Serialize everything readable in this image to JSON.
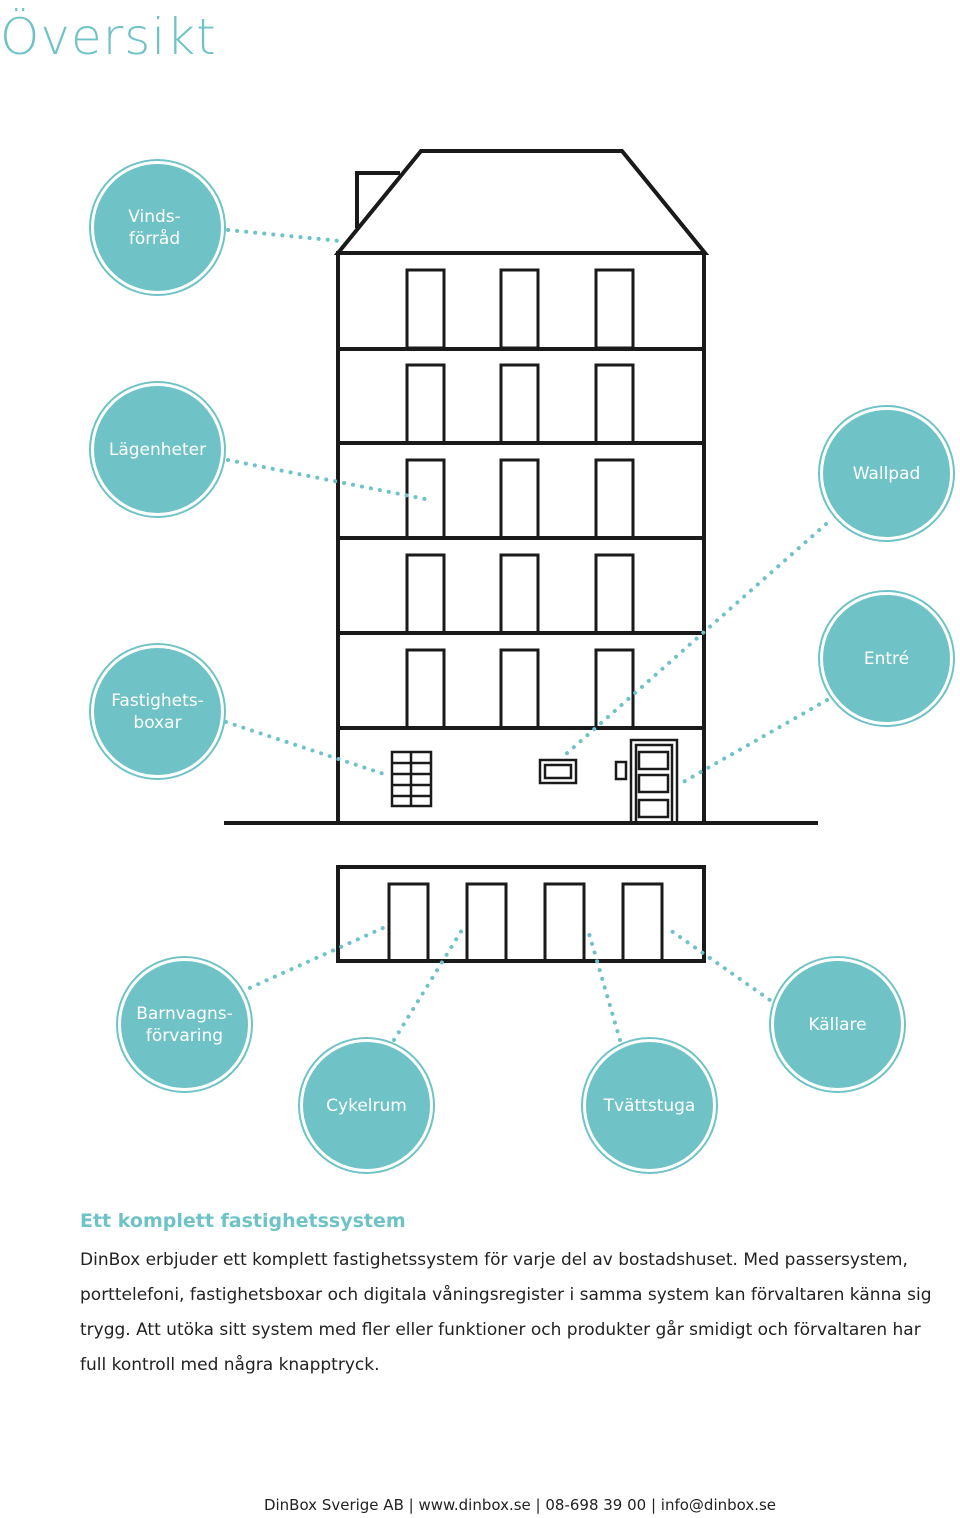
{
  "page": {
    "title": "Översikt",
    "accent_color": "#6fc3c6",
    "line_color": "#1a1a1a"
  },
  "nodes": [
    {
      "id": "vindsforrad",
      "label": "Vinds-\nförråd"
    },
    {
      "id": "lagenheter",
      "label": "Lägenheter"
    },
    {
      "id": "fastighetsboxar",
      "label": "Fastighets-\nboxar"
    },
    {
      "id": "wallpad",
      "label": "Wallpad"
    },
    {
      "id": "entre",
      "label": "Entré"
    },
    {
      "id": "barnvagnsforvaring",
      "label": "Barnvagns-\nförvaring"
    },
    {
      "id": "cykelrum",
      "label": "Cykelrum"
    },
    {
      "id": "tvattstuga",
      "label": "Tvättstuga"
    },
    {
      "id": "kallare",
      "label": "Källare"
    }
  ],
  "section": {
    "heading": "Ett komplett fastighetssystem",
    "body": "DinBox erbjuder ett komplett fastighetssystem för varje del av bostadshuset. Med passersystem, porttelefoni, fastighetsboxar och digitala våningsregister i samma system kan förvaltaren känna sig trygg. Att utöka sitt system med fler eller funktioner och produkter går smidigt och förvaltaren har full kontroll med några knapptryck."
  },
  "footer": {
    "text": "DinBox Sverige AB | www.dinbox.se | 08-698 39 00 | info@dinbox.se"
  }
}
